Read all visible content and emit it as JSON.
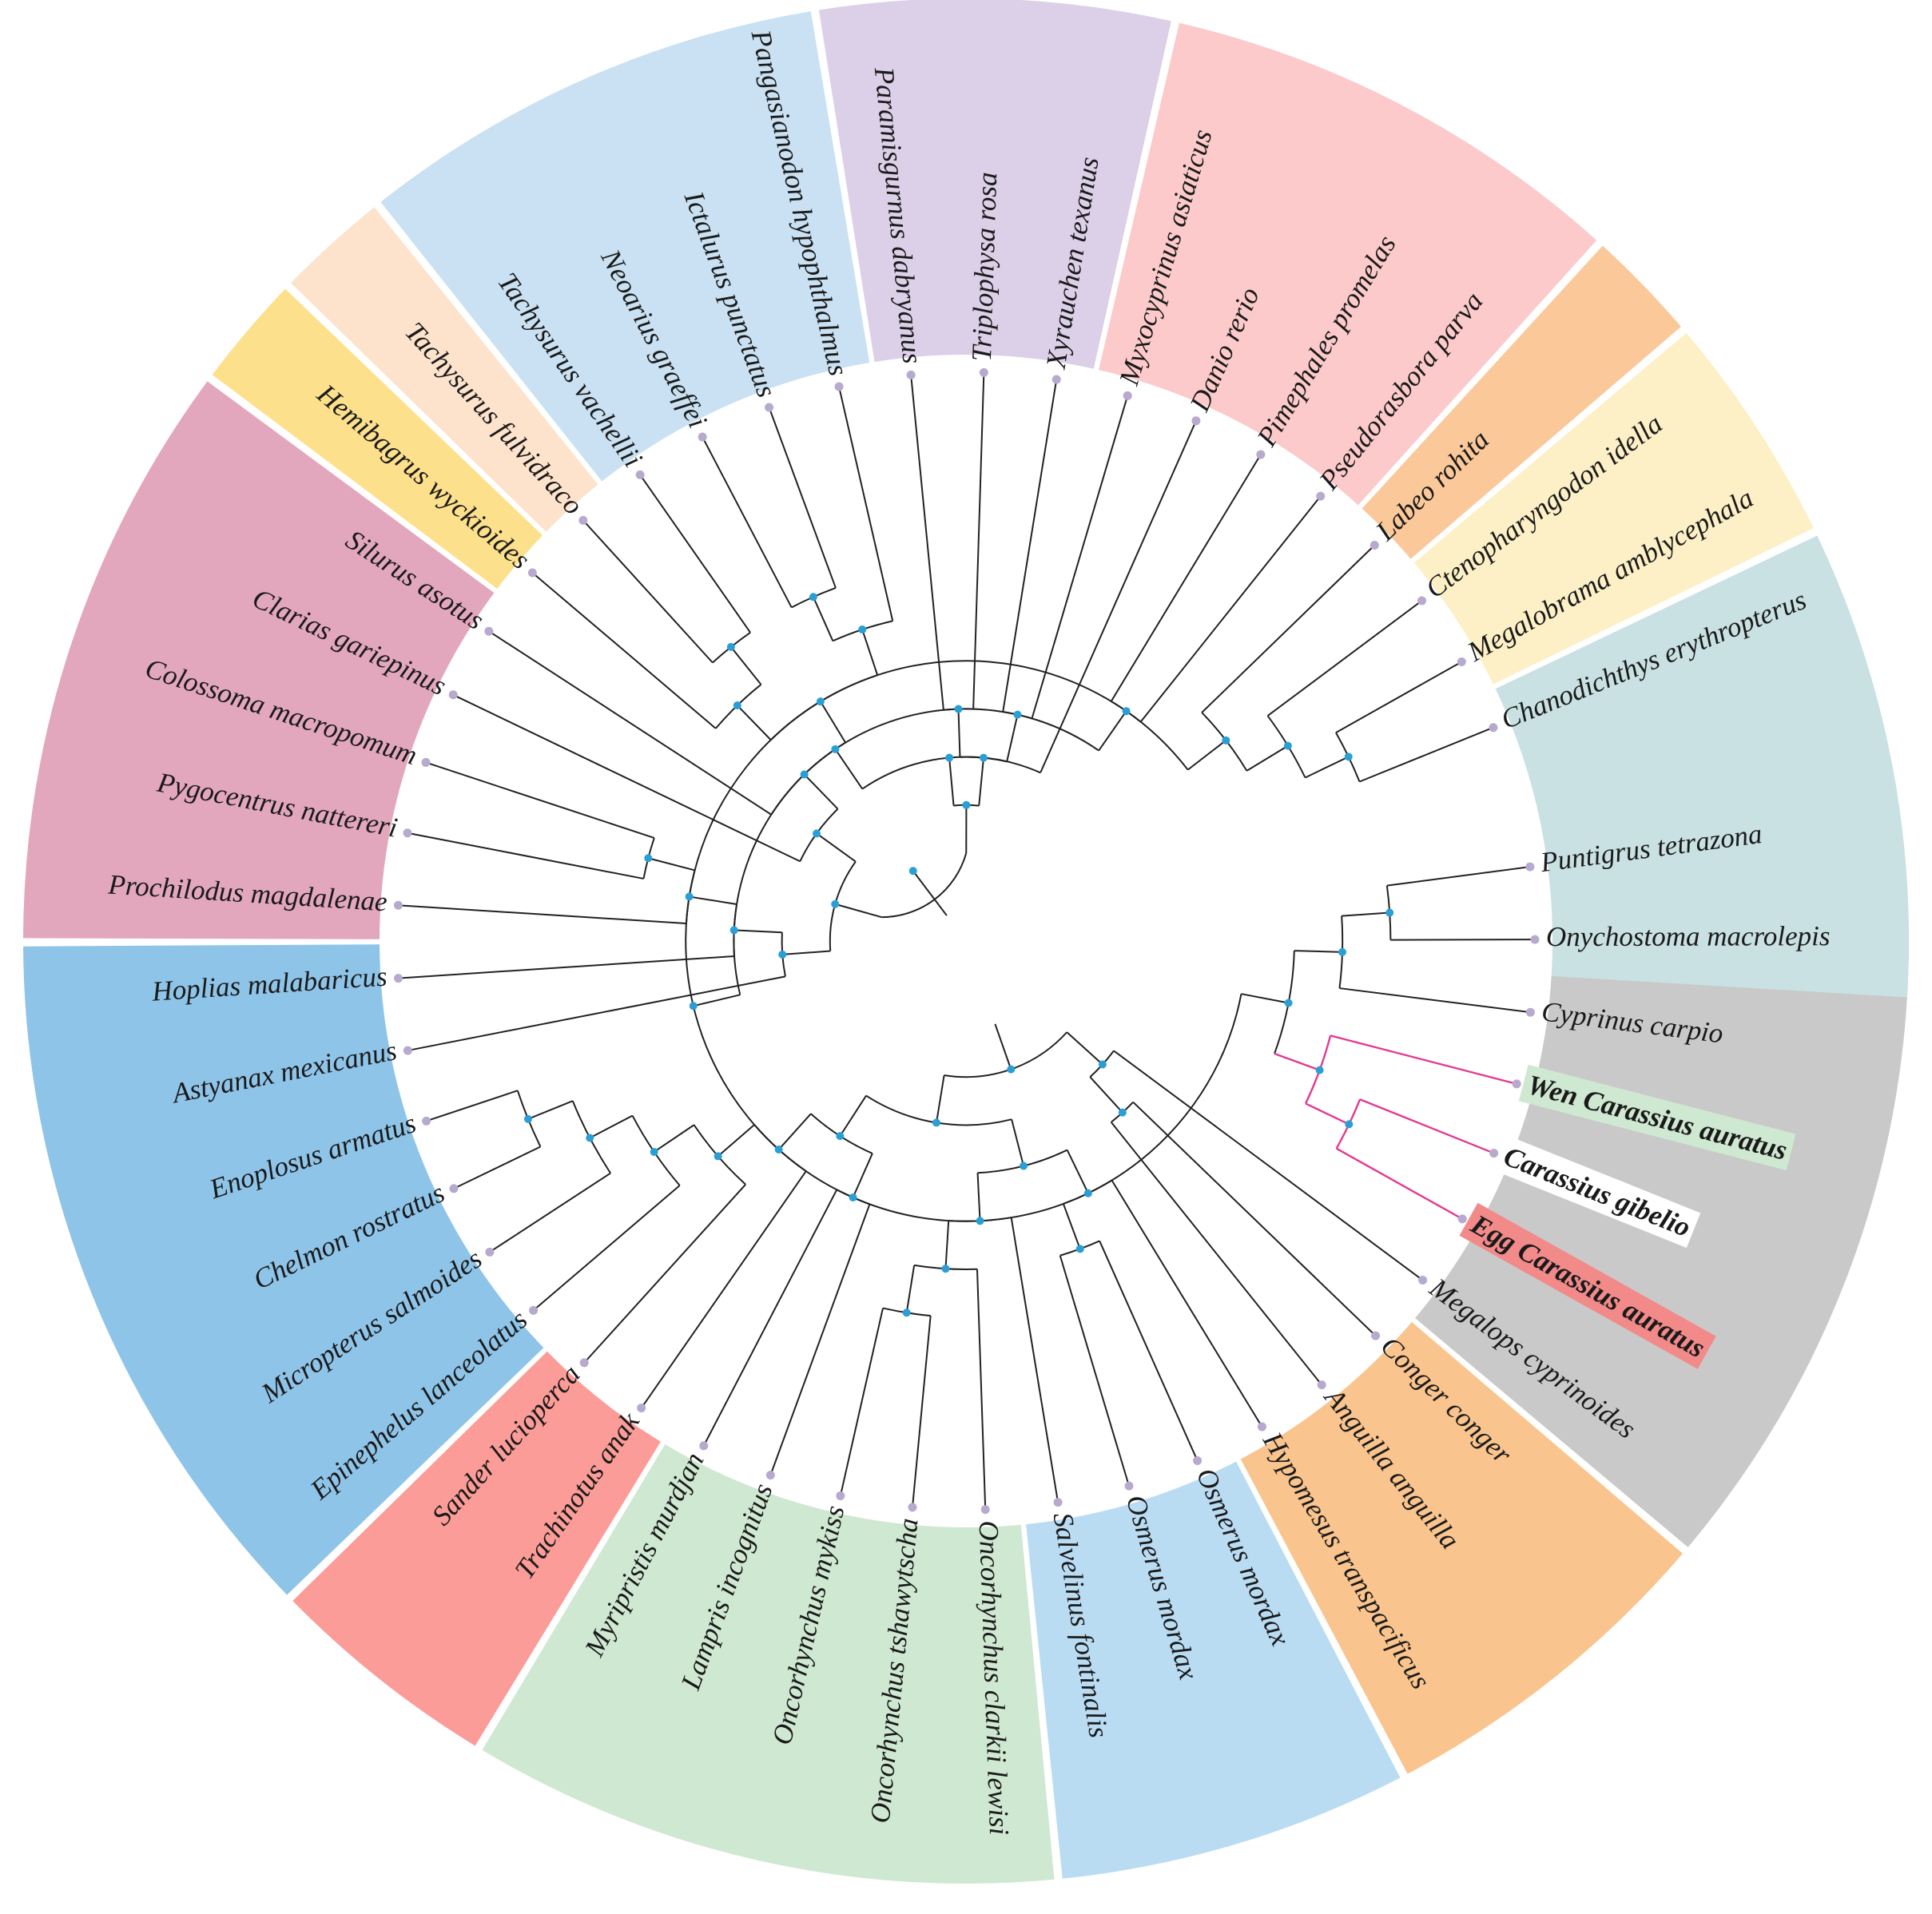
{
  "colors": {
    "branch": "#222222",
    "highlight_branch": "#e4398f",
    "internal_node": "#2a9fd6",
    "tip_node": "#b8a9cf"
  },
  "groups": [
    {
      "id": "g1",
      "color": "#c9c9c9",
      "from": 0,
      "to": 6
    },
    {
      "id": "g2",
      "color": "#f9c48d",
      "from": 7,
      "to": 9
    },
    {
      "id": "g3",
      "color": "#b9dcf3",
      "from": 10,
      "to": 12
    },
    {
      "id": "g4",
      "color": "#cfe8d1",
      "from": 13,
      "to": 17
    },
    {
      "id": "g5",
      "color": "#fb9c98",
      "from": 18,
      "to": 19
    },
    {
      "id": "g6",
      "color": "#8fc4e9",
      "from": 20,
      "to": 25
    },
    {
      "id": "g7",
      "color": "#e3a7bd",
      "from": 26,
      "to": 30
    },
    {
      "id": "g8",
      "color": "#fde08c",
      "from": 31,
      "to": 31
    },
    {
      "id": "g9",
      "color": "#fde2cc",
      "from": 32,
      "to": 32
    },
    {
      "id": "g10",
      "color": "#c9e1f2",
      "from": 33,
      "to": 36
    },
    {
      "id": "g11",
      "color": "#dcd0e8",
      "from": 37,
      "to": 39
    },
    {
      "id": "g12",
      "color": "#fccaca",
      "from": 40,
      "to": 43
    },
    {
      "id": "g13",
      "color": "#fbc89a",
      "from": 44,
      "to": 44
    },
    {
      "id": "g14",
      "color": "#fdf0c6",
      "from": 45,
      "to": 46
    },
    {
      "id": "g15",
      "color": "#c9e1e2",
      "from": 47,
      "to": 50
    }
  ],
  "leaves": [
    {
      "name": "Puntigrus tetrazona"
    },
    {
      "name": "Onychostoma macrolepis"
    },
    {
      "name": "Cyprinus carpio"
    },
    {
      "name": "Wen Carassius auratus",
      "highlight": true,
      "label_bg": "#cfe8d1"
    },
    {
      "name": "Carassius gibelio",
      "highlight": true,
      "label_bg": "#ffffff"
    },
    {
      "name": "Egg Carassius auratus",
      "highlight": true,
      "label_bg": "#f28a8a"
    },
    {
      "name": "Megalops cyprinoides"
    },
    {
      "name": "Conger conger"
    },
    {
      "name": "Anguilla anguilla"
    },
    {
      "name": "Hypomesus transpacificus"
    },
    {
      "name": "Osmerus mordax"
    },
    {
      "name": "Osmerus mordax"
    },
    {
      "name": "Salvelinus fontinalis"
    },
    {
      "name": "Oncorhynchus clarkii lewisi"
    },
    {
      "name": "Oncorhynchus tshawytscha"
    },
    {
      "name": "Oncorhynchus mykiss"
    },
    {
      "name": "Lampris incognitus"
    },
    {
      "name": "Myripristis murdjan"
    },
    {
      "name": "Trachinotus anak"
    },
    {
      "name": "Sander lucioperca"
    },
    {
      "name": "Epinephelus lanceolatus"
    },
    {
      "name": "Micropterus salmoides"
    },
    {
      "name": "Chelmon rostratus"
    },
    {
      "name": "Enoplosus armatus"
    },
    {
      "name": "Astyanax mexicanus"
    },
    {
      "name": "Hoplias malabaricus"
    },
    {
      "name": "Prochilodus magdalenae"
    },
    {
      "name": "Pygocentrus nattereri"
    },
    {
      "name": "Colossoma macropomum"
    },
    {
      "name": "Clarias gariepinus"
    },
    {
      "name": "Silurus asotus"
    },
    {
      "name": "Hemibagrus wyckioides"
    },
    {
      "name": "Tachysurus fulvidraco"
    },
    {
      "name": "Tachysurus vachellii"
    },
    {
      "name": "Neoarius graeffei"
    },
    {
      "name": "Ictalurus punctatus"
    },
    {
      "name": "Pangasianodon hypophthalmus"
    },
    {
      "name": "Paramisgurnus dabryanus"
    },
    {
      "name": "Triplophysa rosa"
    },
    {
      "name": "Xyrauchen texanus"
    },
    {
      "name": "Myxocyprinus asiaticus"
    },
    {
      "name": "Danio rerio"
    },
    {
      "name": "Pimephales promelas"
    },
    {
      "name": "Pseudorasbora parva"
    },
    {
      "name": "Labeo rohita"
    },
    {
      "name": "Ctenopharyngodon idella"
    },
    {
      "name": "Megalobrama amblycephala"
    },
    {
      "name": "Chanodichthys erythropterus"
    }
  ],
  "tree": {
    "c": [
      {
        "c": [
          {
            "c": [
              {
                "c": [
                  {
                    "c": [
                      {
                        "c": [
                          {
                            "c": [
                              {
                                "c": [
                                  {
                                    "l": 0
                                  },
                                  {
                                    "l": 1
                                  }
                                ]
                              },
                              {
                                "l": 2
                              }
                            ]
                          },
                          {
                            "c": [
                              {
                                "l": 3,
                                "hl": true
                              },
                              {
                                "c": [
                                  {
                                    "l": 4,
                                    "hl": true
                                  },
                                  {
                                    "l": 5,
                                    "hl": true
                                  }
                                ],
                                "hl": true
                              }
                            ],
                            "hl": true
                          }
                        ]
                      },
                      {
                        "c": [
                          {
                            "l": 44
                          },
                          {
                            "c": [
                              {
                                "l": 45
                              },
                              {
                                "c": [
                                  {
                                    "l": 46
                                  },
                                  {
                                    "l": 47
                                  }
                                ]
                              }
                            ]
                          }
                        ]
                      }
                    ]
                  },
                  {
                    "c": [
                      {
                        "l": 42
                      },
                      {
                        "l": 43
                      }
                    ]
                  }
                ]
              },
              {
                "l": 41
              }
            ]
          },
          {
            "c": [
              {
                "c": [
                  {
                    "l": 37
                  },
                  {
                    "l": 38
                  }
                ]
              },
              {
                "c": [
                  {
                    "l": 39
                  },
                  {
                    "l": 40
                  }
                ]
              }
            ]
          }
        ]
      },
      {
        "c": [
          {
            "c": [
              {
                "l": 6
              },
              {
                "c": [
                  {
                    "l": 7
                  },
                  {
                    "l": 8
                  }
                ]
              }
            ]
          },
          {
            "c": [
              {
                "c": [
                  {
                    "c": [
                      {
                        "l": 9
                      },
                      {
                        "c": [
                          {
                            "l": 10
                          },
                          {
                            "l": 11
                          }
                        ]
                      }
                    ]
                  },
                  {
                    "c": [
                      {
                        "l": 12
                      },
                      {
                        "c": [
                          {
                            "l": 13
                          },
                          {
                            "c": [
                              {
                                "l": 14
                              },
                              {
                                "l": 15
                              }
                            ]
                          }
                        ]
                      }
                    ]
                  }
                ]
              },
              {
                "c": [
                  {
                    "c": [
                      {
                        "l": 16
                      },
                      {
                        "l": 17
                      }
                    ]
                  },
                  {
                    "c": [
                      {
                        "l": 18
                      },
                      {
                        "c": [
                          {
                            "l": 19
                          },
                          {
                            "c": [
                              {
                                "l": 20
                              },
                              {
                                "c": [
                                  {
                                    "l": 21
                                  },
                                  {
                                    "c": [
                                      {
                                        "l": 22
                                      },
                                      {
                                        "l": 23
                                      }
                                    ]
                                  }
                                ]
                              }
                            ]
                          }
                        ]
                      }
                    ]
                  }
                ]
              }
            ]
          }
        ]
      },
      {
        "c": [
          {
            "c": [
              {
                "l": 24
              },
              {
                "c": [
                  {
                    "l": 25
                  },
                  {
                    "c": [
                      {
                        "l": 26
                      },
                      {
                        "c": [
                          {
                            "l": 27
                          },
                          {
                            "l": 28
                          }
                        ]
                      }
                    ]
                  }
                ]
              }
            ]
          },
          {
            "c": [
              {
                "l": 29
              },
              {
                "c": [
                  {
                    "l": 30
                  },
                  {
                    "c": [
                      {
                        "c": [
                          {
                            "l": 31
                          },
                          {
                            "c": [
                              {
                                "l": 32
                              },
                              {
                                "l": 33
                              }
                            ]
                          }
                        ]
                      },
                      {
                        "c": [
                          {
                            "c": [
                              {
                                "l": 34
                              },
                              {
                                "l": 35
                              }
                            ]
                          },
                          {
                            "l": 36
                          }
                        ]
                      }
                    ]
                  }
                ]
              }
            ]
          }
        ]
      }
    ]
  }
}
